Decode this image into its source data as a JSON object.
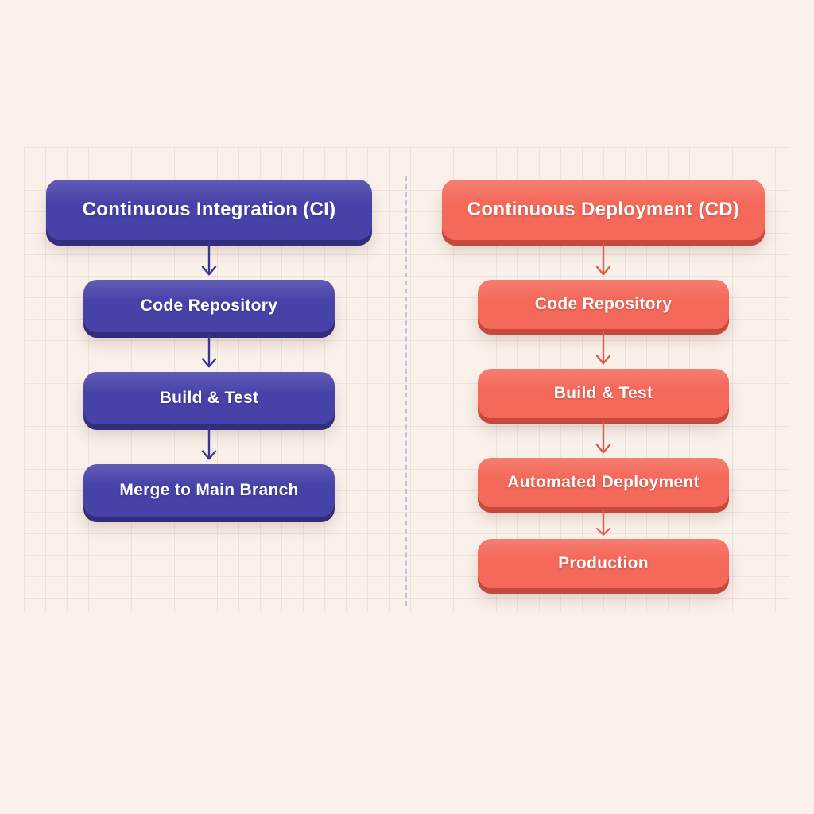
{
  "background": {
    "color": "#faf1ea",
    "grid_color": "#d9b8ad"
  },
  "divider": {
    "style": "dashed",
    "color": "#aebadf"
  },
  "columns": [
    {
      "id": "ci",
      "title": "Continuous Integration (CI)",
      "color": "#4742a8",
      "color_dark": "#322d7c",
      "arrow_color": "#3b3694",
      "steps": [
        "Code Repository",
        "Build & Test",
        "Merge to Main Branch"
      ]
    },
    {
      "id": "cd",
      "title": "Continuous Deployment (CD)",
      "color": "#f4695a",
      "color_dark": "#c6493d",
      "arrow_color": "#e25a4c",
      "steps": [
        "Code Repository",
        "Build & Test",
        "Automated Deployment",
        "Production"
      ]
    }
  ]
}
